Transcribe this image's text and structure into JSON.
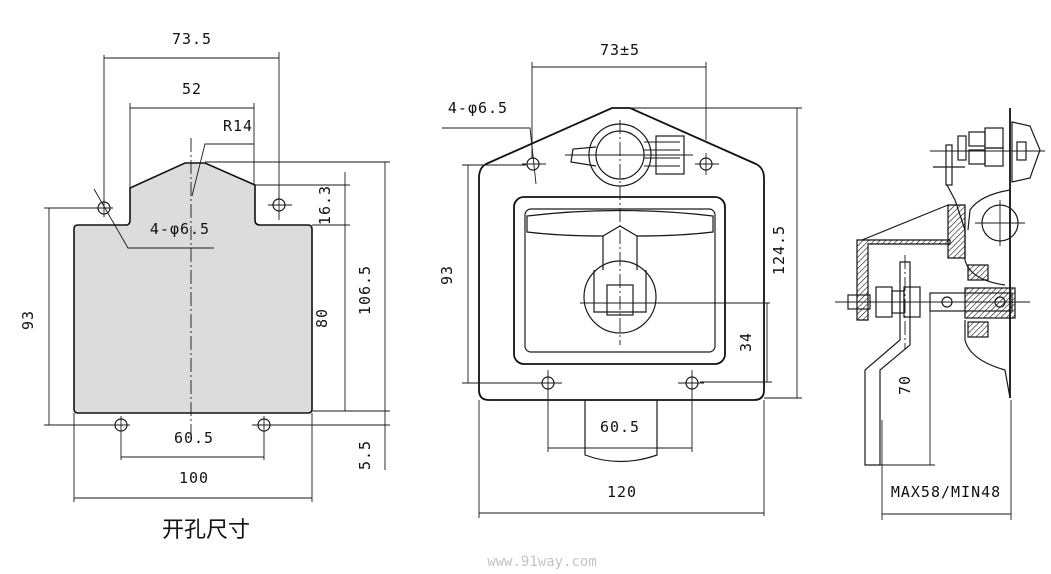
{
  "views": {
    "cutout": {
      "caption": "开孔尺寸",
      "dims": {
        "hole_span_top": "73.5",
        "inner_width": "52",
        "radius": "R14",
        "holes": "4-φ6.5",
        "height_left": "93",
        "body_height": "80",
        "total_height": "106.5",
        "tab_height": "16.3",
        "bottom_offset": "5.5",
        "hole_span_bottom": "60.5",
        "total_width": "100"
      },
      "fill_color": "#dcdcdc"
    },
    "front": {
      "dims": {
        "hole_span_top": "73±5",
        "holes": "4-φ6.5",
        "height_left": "93",
        "total_height": "124.5",
        "handle_offset": "34",
        "hole_span_bottom": "60.5",
        "total_width": "120"
      }
    },
    "side": {
      "dims": {
        "arm_length": "70",
        "thickness_range": "MAX58/MIN48"
      }
    }
  },
  "watermark": "www.91way.com"
}
